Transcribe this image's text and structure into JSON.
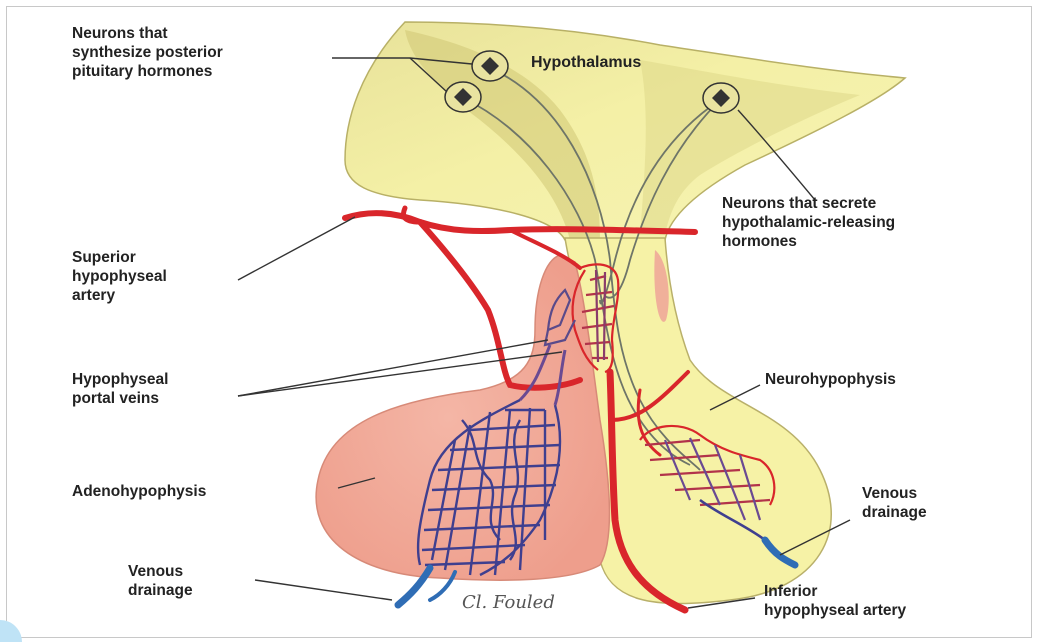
{
  "labels": {
    "neurons_posterior": [
      "Neurons that",
      "synthesize posterior",
      "pituitary hormones"
    ],
    "hypothalamus": "Hypothalamus",
    "neurons_secrete": [
      "Neurons that secrete",
      "hypothalamic-releasing",
      "hormones"
    ],
    "superior_artery": [
      "Superior",
      "hypophyseal",
      "artery"
    ],
    "portal_veins": [
      "Hypophyseal",
      "portal veins"
    ],
    "neurohypophysis": "Neurohypophysis",
    "adenohypophysis": "Adenohypophysis",
    "venous_drainage_right": [
      "Venous",
      "drainage"
    ],
    "venous_drainage_left": [
      "Venous",
      "drainage"
    ],
    "inferior_artery": [
      "Inferior",
      "hypophyseal artery"
    ]
  },
  "signature": "Cl. Fouled",
  "colors": {
    "hypothalamus_fill": "#f3ee9c",
    "hypothalamus_shade": "#cfc774",
    "neurohypophysis_fill": "#f6f2a6",
    "adenohypophysis_fill": "#f1a898",
    "artery": "#d9262b",
    "vein": "#2f6db5",
    "portal_vessel": "#3f3f8f",
    "nerve": "#6e7568",
    "line": "#333333"
  }
}
